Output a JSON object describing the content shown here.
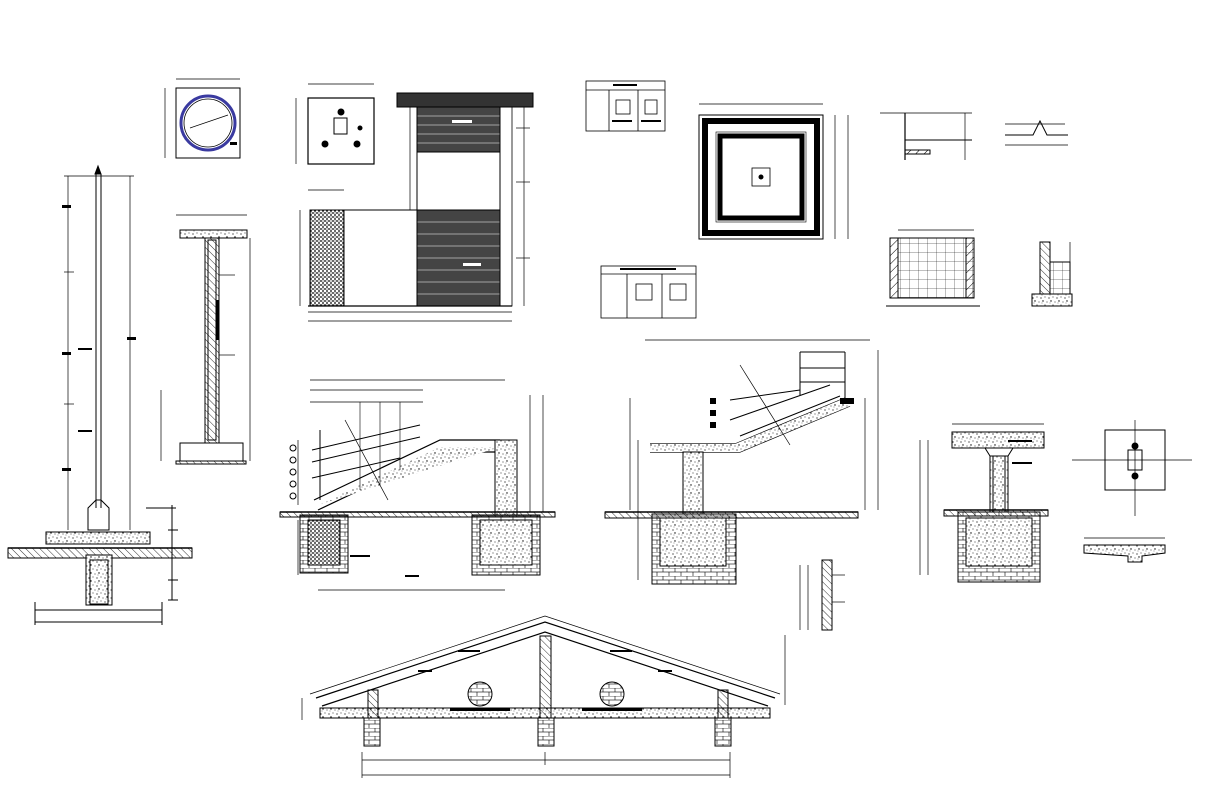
{
  "drawing": {
    "background": "#ffffff",
    "line_color": "#000000",
    "accent_color": "#3a3aa0",
    "panels": [
      "flag-pole-elevation",
      "ring-plan-detail",
      "column-with-slab-detail",
      "footing-plan-detail",
      "stair-plan",
      "legend-table-top",
      "legend-table-bottom",
      "square-pit-plan",
      "edge-detail-left",
      "edge-detail-right",
      "brick-wall-elevation",
      "wall-section-small",
      "stair-section-left",
      "stair-section-right",
      "column-footing-section",
      "footing-plan-small",
      "slab-edge-detail",
      "small-column-detail",
      "roof-truss-section"
    ]
  }
}
